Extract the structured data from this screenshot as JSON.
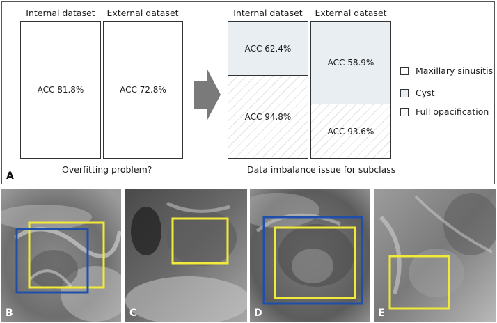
{
  "panel_a": {
    "label": "A",
    "left_group": {
      "headers": [
        "Internal dataset",
        "External dataset"
      ],
      "values": [
        "ACC 81.8%",
        "ACC 72.8%"
      ],
      "caption": "Overfitting problem?"
    },
    "right_group": {
      "headers": [
        "Internal dataset",
        "External dataset"
      ],
      "internal": {
        "cyst": "ACC 62.4%",
        "opacification": "ACC 94.8%"
      },
      "external": {
        "cyst": "ACC 58.9%",
        "opacification": "ACC 93.6%"
      },
      "caption": "Data imbalance issue for subclass"
    },
    "legend": [
      {
        "label": "Maxillary sinusitis",
        "swatch": "#ffffff"
      },
      {
        "label": "Cyst",
        "swatch": "#e9eef2"
      },
      {
        "label": "Full opacification",
        "swatch": "hatched"
      }
    ]
  },
  "xray_panels": [
    {
      "label": "B",
      "boxes": [
        "yellow",
        "blue"
      ]
    },
    {
      "label": "C",
      "boxes": [
        "yellow"
      ]
    },
    {
      "label": "D",
      "boxes": [
        "blue",
        "yellow"
      ]
    },
    {
      "label": "E",
      "boxes": [
        "yellow"
      ]
    }
  ],
  "colors": {
    "yellow_box": "#f2ea3a",
    "blue_box": "#1f4fa8",
    "arrow": "#7a7a7a"
  }
}
